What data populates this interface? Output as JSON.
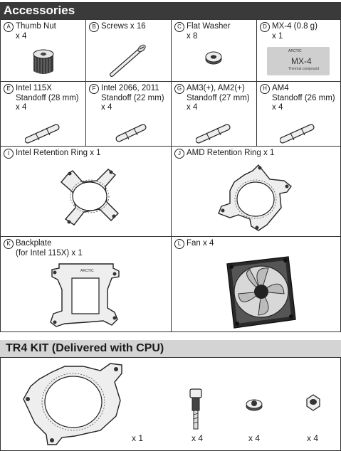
{
  "accessories_title": "Accessories",
  "kit_title": "TR4 KIT (Delivered with CPU)",
  "items": [
    {
      "letter": "A",
      "text": "Thumb Nut\nx 4"
    },
    {
      "letter": "B",
      "text": "Screws x 16"
    },
    {
      "letter": "C",
      "text": "Flat Washer\nx 8"
    },
    {
      "letter": "D",
      "text": "MX-4 (0.8 g)\nx 1"
    },
    {
      "letter": "E",
      "text": "Intel 115X\nStandoff (28 mm)\nx 4"
    },
    {
      "letter": "F",
      "text": "Intel 2066, 2011\nStandoff (22 mm)\nx 4"
    },
    {
      "letter": "G",
      "text": "AM3(+), AM2(+)\nStandoff (27 mm)\nx 4"
    },
    {
      "letter": "H",
      "text": "AM4\nStandoff (26 mm)\nx 4"
    },
    {
      "letter": "I",
      "text": "Intel Retention Ring x 1"
    },
    {
      "letter": "J",
      "text": "AMD Retention Ring x 1"
    },
    {
      "letter": "K",
      "text": "Backplate\n(for Intel 115X) x 1"
    },
    {
      "letter": "L",
      "text": "Fan x 4"
    }
  ],
  "mx4_pack": {
    "brand": "ARCTIC",
    "name": "MX-4",
    "sub": "Thermal compound"
  },
  "backplate_brand": "ARCTIC",
  "kit_quantities": [
    "x 1",
    "x 4",
    "x 4",
    "x 4"
  ]
}
